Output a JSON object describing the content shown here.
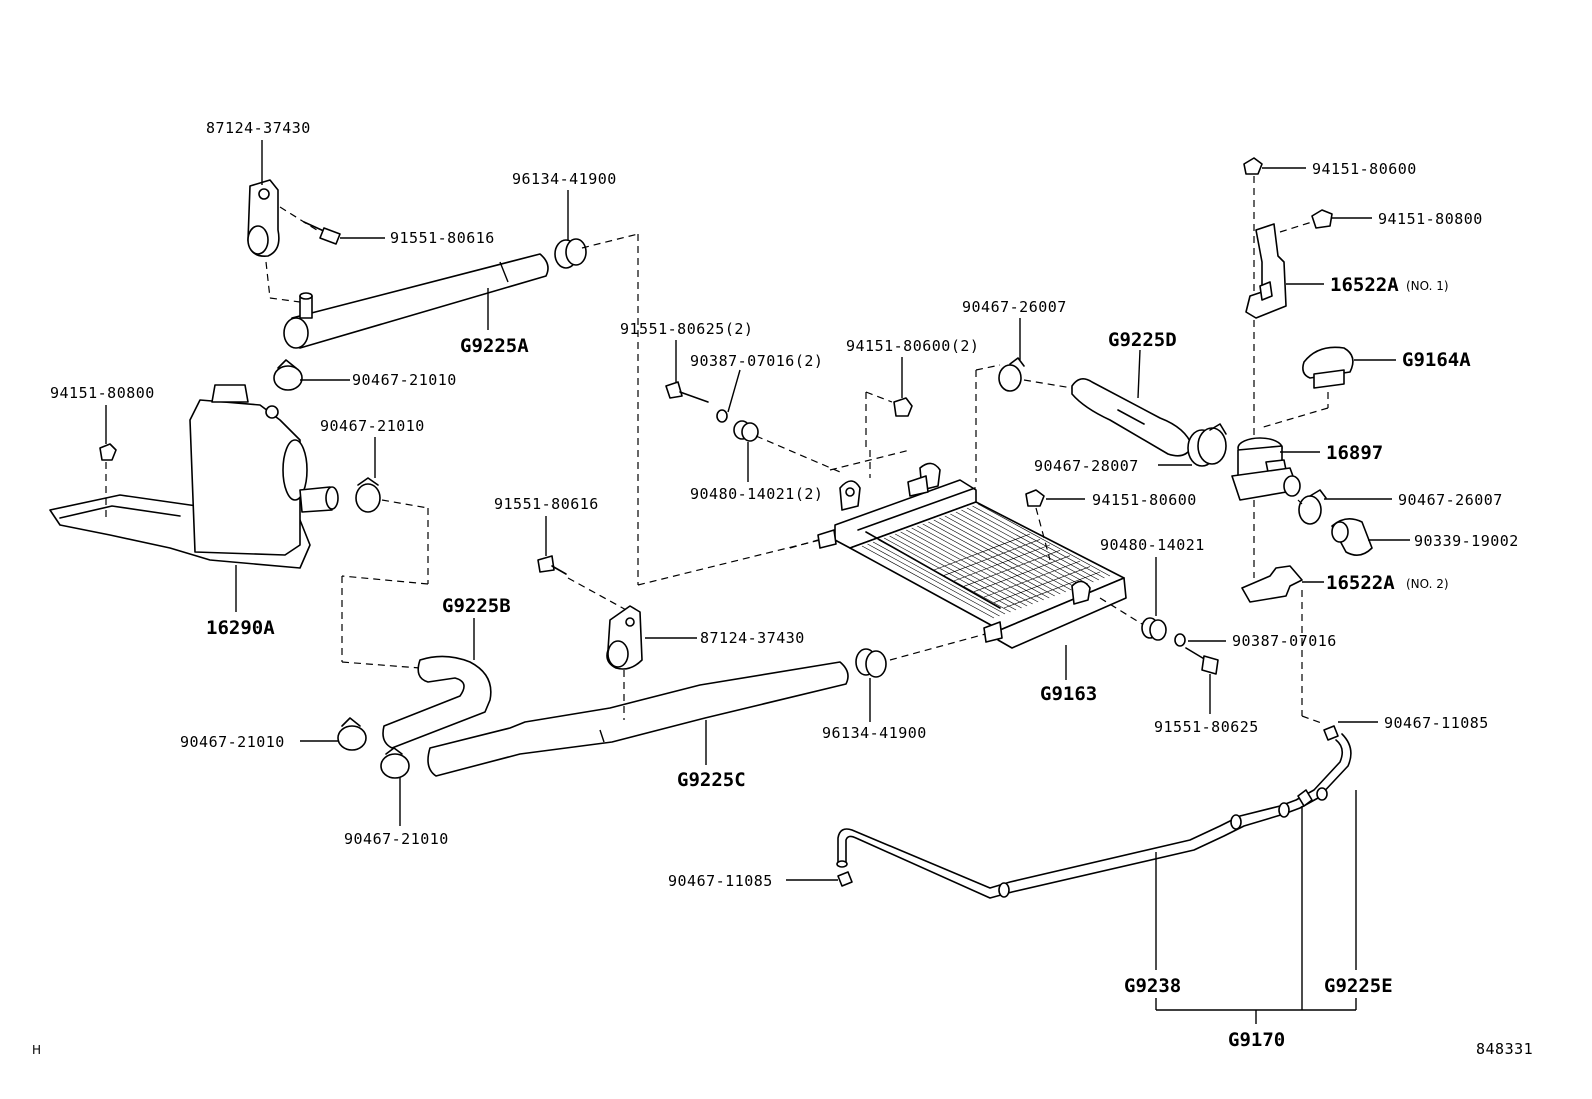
{
  "labels": {
    "p_87124_37430_top": "87124-37430",
    "p_91551_80616_top": "91551-80616",
    "p_96134_41900_top": "96134-41900",
    "g9225a": "G9225A",
    "p_90467_21010_a": "90467-21010",
    "p_94151_80800_left": "94151-80800",
    "p_90467_21010_b": "90467-21010",
    "g16290a": "16290A",
    "g9225b": "G9225B",
    "p_90467_21010_c": "90467-21010",
    "p_90467_21010_d": "90467-21010",
    "p_91551_80616_mid": "91551-80616",
    "p_87124_37430_mid": "87124-37430",
    "g9225c": "G9225C",
    "p_96134_41900_bot": "96134-41900",
    "p_91551_80625_2": "91551-80625(2)",
    "p_90387_07016_2": "90387-07016(2)",
    "p_90480_14021_2": "90480-14021(2)",
    "p_94151_80600_2": "94151-80600(2)",
    "p_90467_26007_top": "90467-26007",
    "g9225d": "G9225D",
    "p_90467_28007": "90467-28007",
    "p_94151_80600_mid": "94151-80600",
    "p_90480_14021": "90480-14021",
    "p_90387_07016": "90387-07016",
    "p_91551_80625": "91551-80625",
    "g9163": "G9163",
    "p_94151_80600_top": "94151-80600",
    "p_94151_80800_right": "94151-80800",
    "g16522a_1": "16522A",
    "no1": "(NO. 1)",
    "g9164a": "G9164A",
    "g16897": "16897",
    "p_90467_26007_right": "90467-26007",
    "p_90339_19002": "90339-19002",
    "g16522a_2": "16522A",
    "no2": "(NO. 2)",
    "p_90467_11085_right": "90467-11085",
    "p_90467_11085_left": "90467-11085",
    "g9238": "G9238",
    "g9225e": "G9225E",
    "g9170": "G9170",
    "corner_h": "H",
    "diagram_id": "848331"
  }
}
